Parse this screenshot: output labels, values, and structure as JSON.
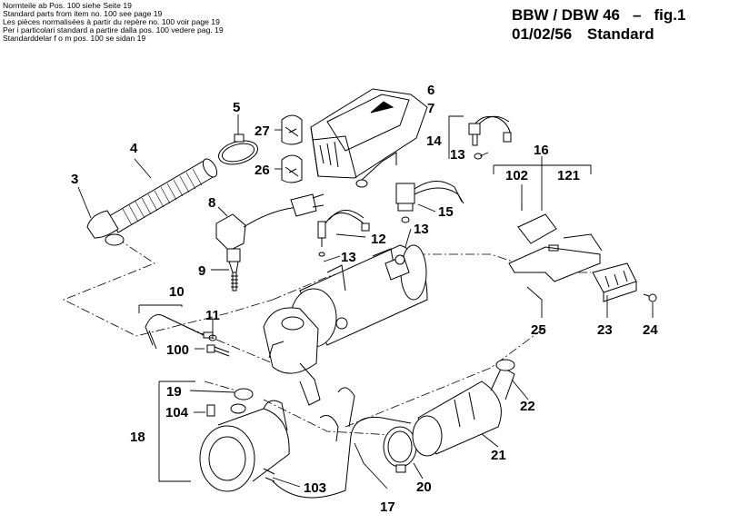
{
  "notes": [
    "Normteile ab Pos. 100 siehe Seite 19",
    "Standard parts from item no. 100 see page 19",
    "Les pièces normalisées à partir du repère no. 100 voir page 19",
    "Per i particolari standard a partire dalla pos. 100 vedere pag. 19",
    "Standarddelar f o m pos. 100 se sidan 19"
  ],
  "title": {
    "model": "BBW / DBW 46",
    "dash": "–",
    "fig": "fig.1",
    "date": "01/02/56",
    "variant": "Standard"
  },
  "part_numbers": [
    "3",
    "4",
    "5",
    "6",
    "7",
    "8",
    "9",
    "10",
    "11",
    "12",
    "13",
    "13",
    "13",
    "14",
    "15",
    "16",
    "17",
    "18",
    "19",
    "20",
    "21",
    "22",
    "23",
    "24",
    "25",
    "26",
    "27",
    "100",
    "102",
    "103",
    "104",
    "121"
  ]
}
